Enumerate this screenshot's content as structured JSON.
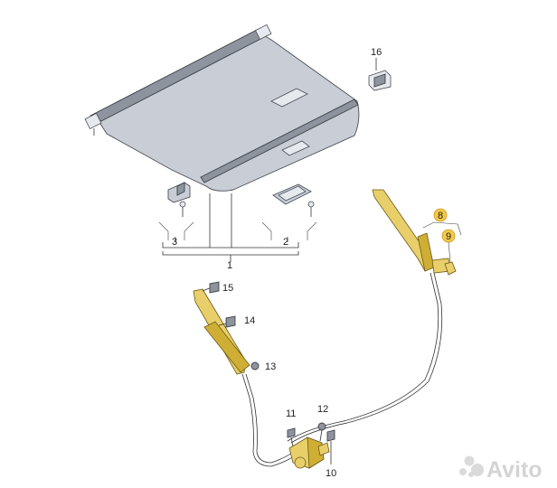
{
  "callouts": {
    "c1": "1",
    "c2": "2",
    "c3": "3",
    "c8": "8",
    "c9": "9",
    "c10": "10",
    "c11": "11",
    "c12": "12",
    "c13": "13",
    "c14": "14",
    "c15": "15",
    "c16": "16"
  },
  "watermark": {
    "text": "Avito"
  },
  "colors": {
    "highlight": "#f2c94c",
    "cover_fill": "#c9ced6",
    "drive_cable": "#e8cf6a"
  }
}
